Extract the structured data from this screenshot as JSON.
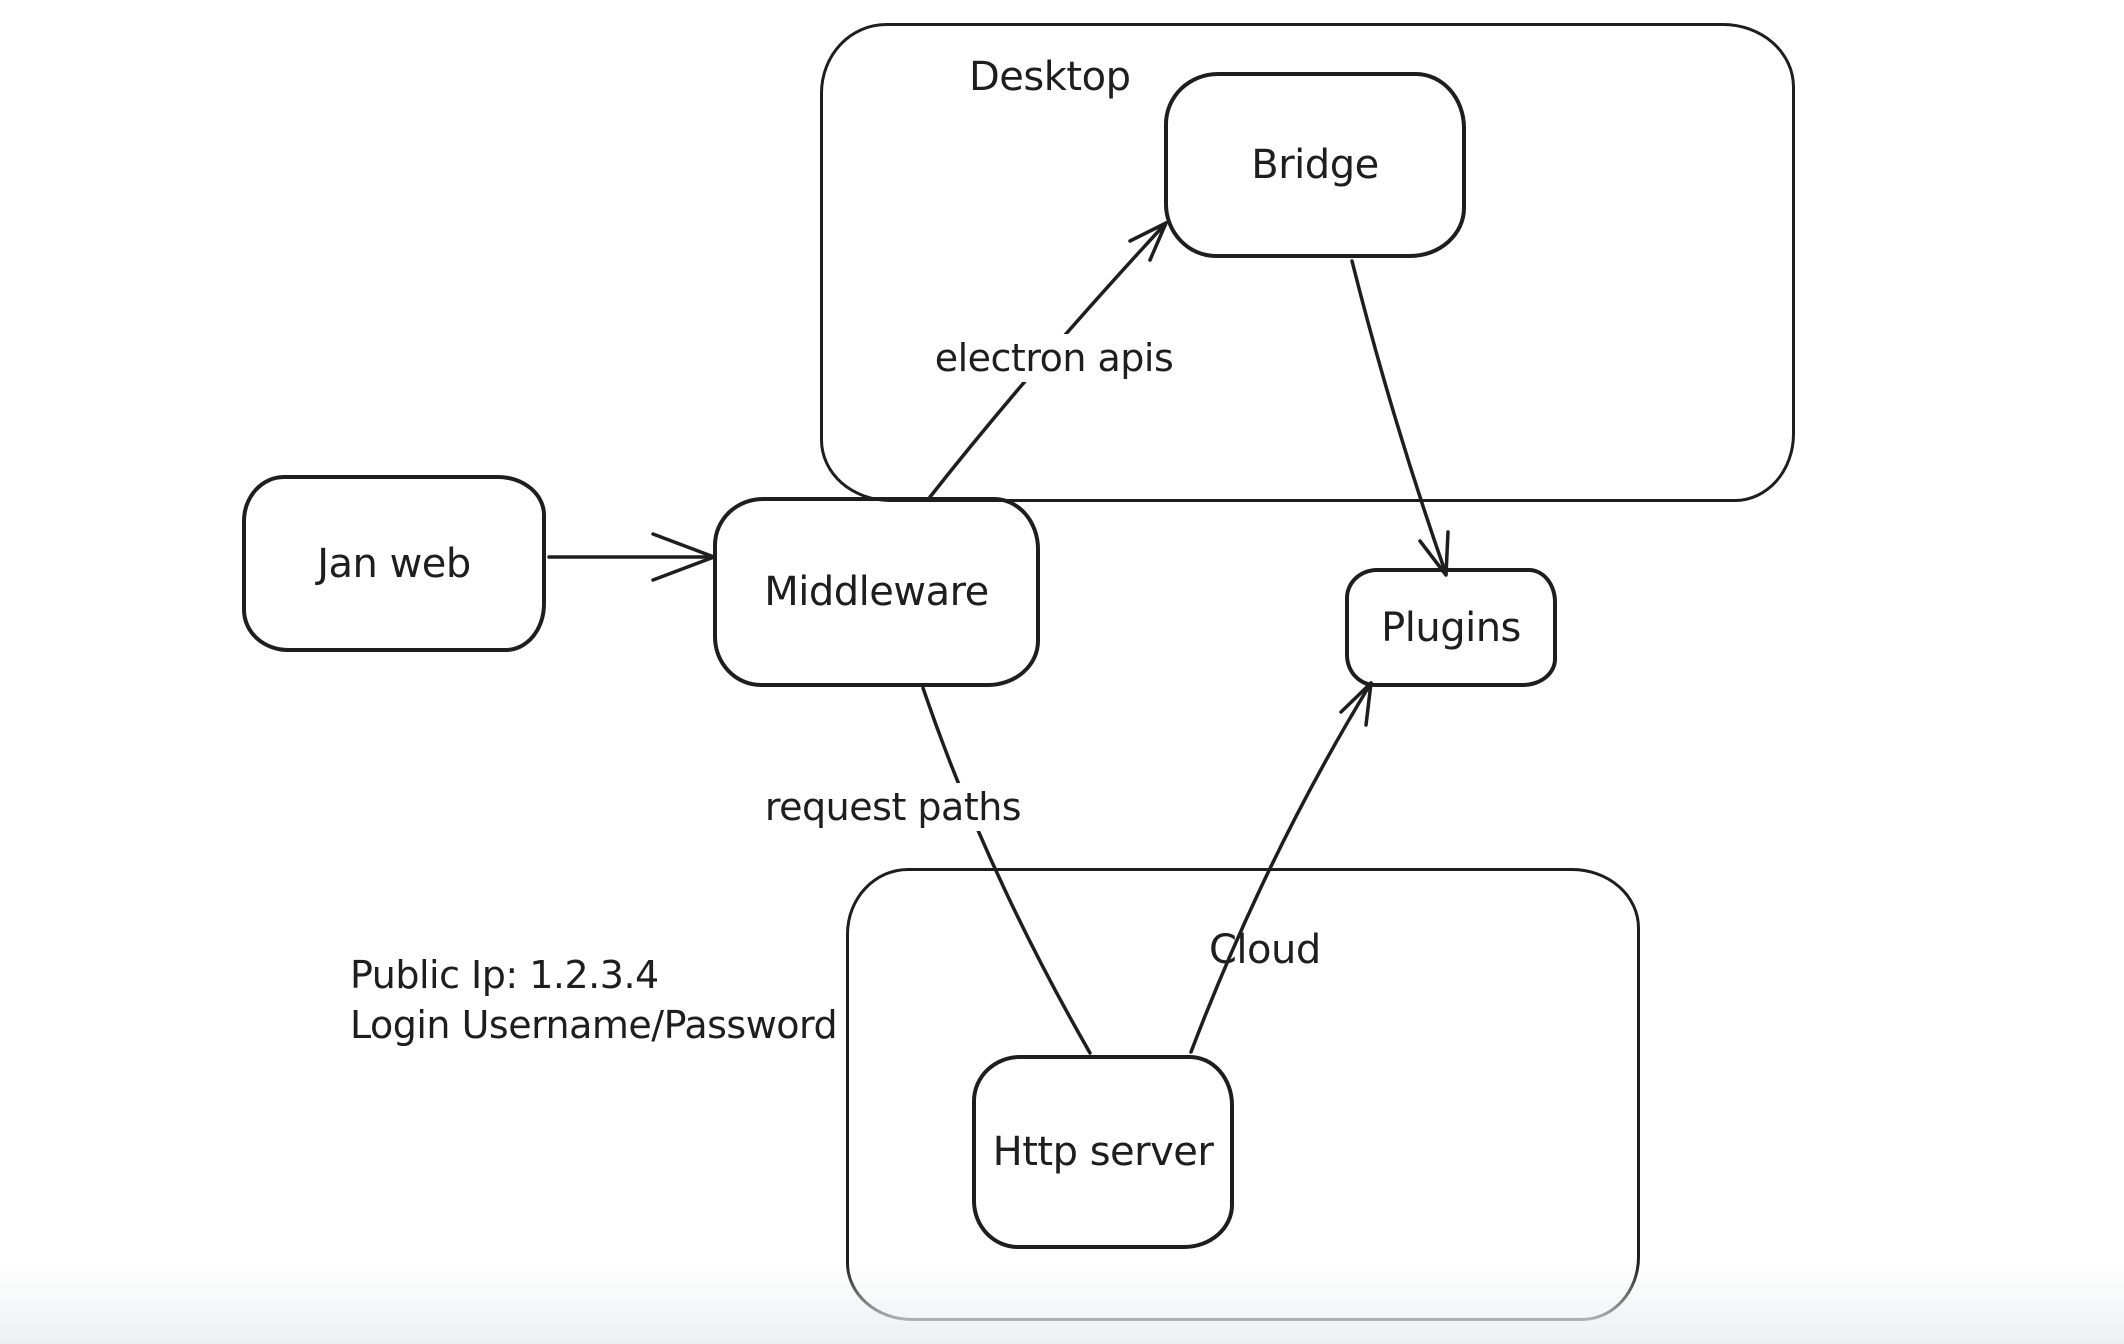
{
  "app": {
    "background": "#ffffff",
    "stroke_color": "#1e1e1e"
  },
  "containers": [
    {
      "id": "desktop",
      "label": "Desktop"
    },
    {
      "id": "cloud",
      "label": "Cloud"
    }
  ],
  "nodes": [
    {
      "id": "jan-web",
      "label": "Jan web"
    },
    {
      "id": "middleware",
      "label": "Middleware"
    },
    {
      "id": "bridge",
      "label": "Bridge"
    },
    {
      "id": "plugins",
      "label": "Plugins"
    },
    {
      "id": "http-server",
      "label": "Http server"
    }
  ],
  "edges": [
    {
      "id": "jan-web-to-middleware",
      "from": "Jan web",
      "to": "Middleware",
      "label": ""
    },
    {
      "id": "middleware-to-bridge",
      "from": "Middleware",
      "to": "Bridge",
      "label": "electron apis"
    },
    {
      "id": "bridge-to-plugins",
      "from": "Bridge",
      "to": "Plugins",
      "label": ""
    },
    {
      "id": "middleware-to-http-server",
      "from": "Middleware",
      "to": "Http server",
      "label": "request paths"
    },
    {
      "id": "http-server-to-plugins",
      "from": "Http server",
      "to": "Plugins",
      "label": ""
    }
  ],
  "annotations": [
    {
      "id": "public-ip",
      "text": "Public Ip: 1.2.3.4"
    },
    {
      "id": "login",
      "text": "Login Username/Password"
    }
  ]
}
